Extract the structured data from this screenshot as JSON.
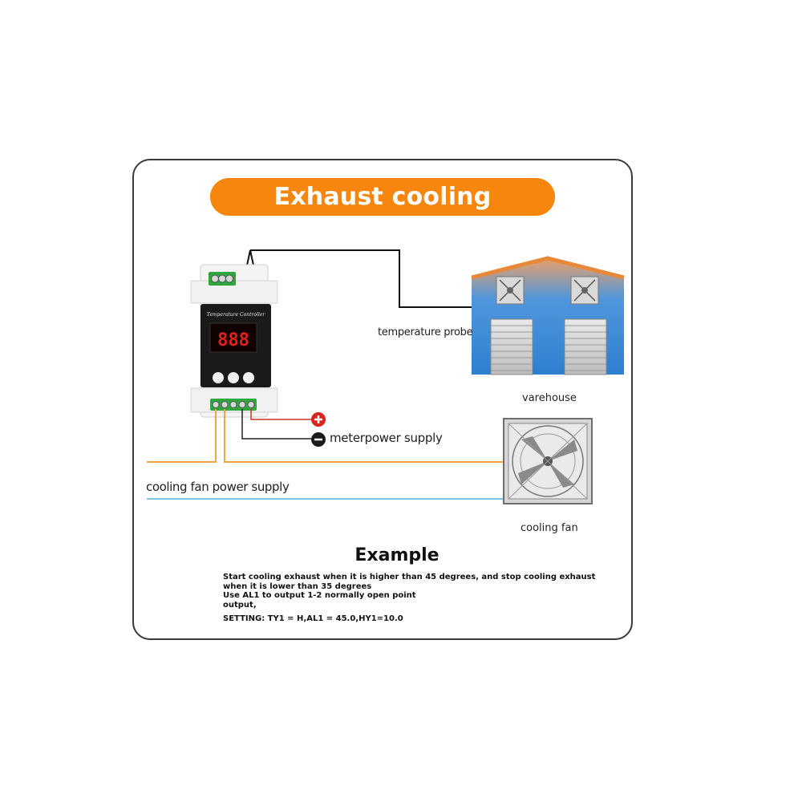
{
  "header": {
    "title": "Exhaust cooling"
  },
  "device": {
    "panel_label": "Temperature Controller",
    "display": "888"
  },
  "labels": {
    "temperature_probe": "temperature probe",
    "warehouse": "varehouse",
    "meter_power_supply": "meterpower supply",
    "cooling_fan_power_supply": "cooling fan power supply",
    "cooling_fan": "cooling fan"
  },
  "example": {
    "title": "Example",
    "line1": "Start cooling exhaust when it is higher than 45 degrees, and stop cooling exhaust when it is lower than 35 degrees",
    "line2": "Use AL1 to output 1-2 normally open point",
    "line3": "output,",
    "setting": "SETTING: TY1 = H,AL1 = 45.0,HY1=10.0"
  },
  "colors": {
    "accent": "#f7860f",
    "power_wire": "#f2a541",
    "fan_wire": "#7cc4e6",
    "positive": "#d9261c",
    "negative": "#1b1b1b",
    "building_blue": "#3f8fd8",
    "roof_orange": "#e8893a"
  }
}
